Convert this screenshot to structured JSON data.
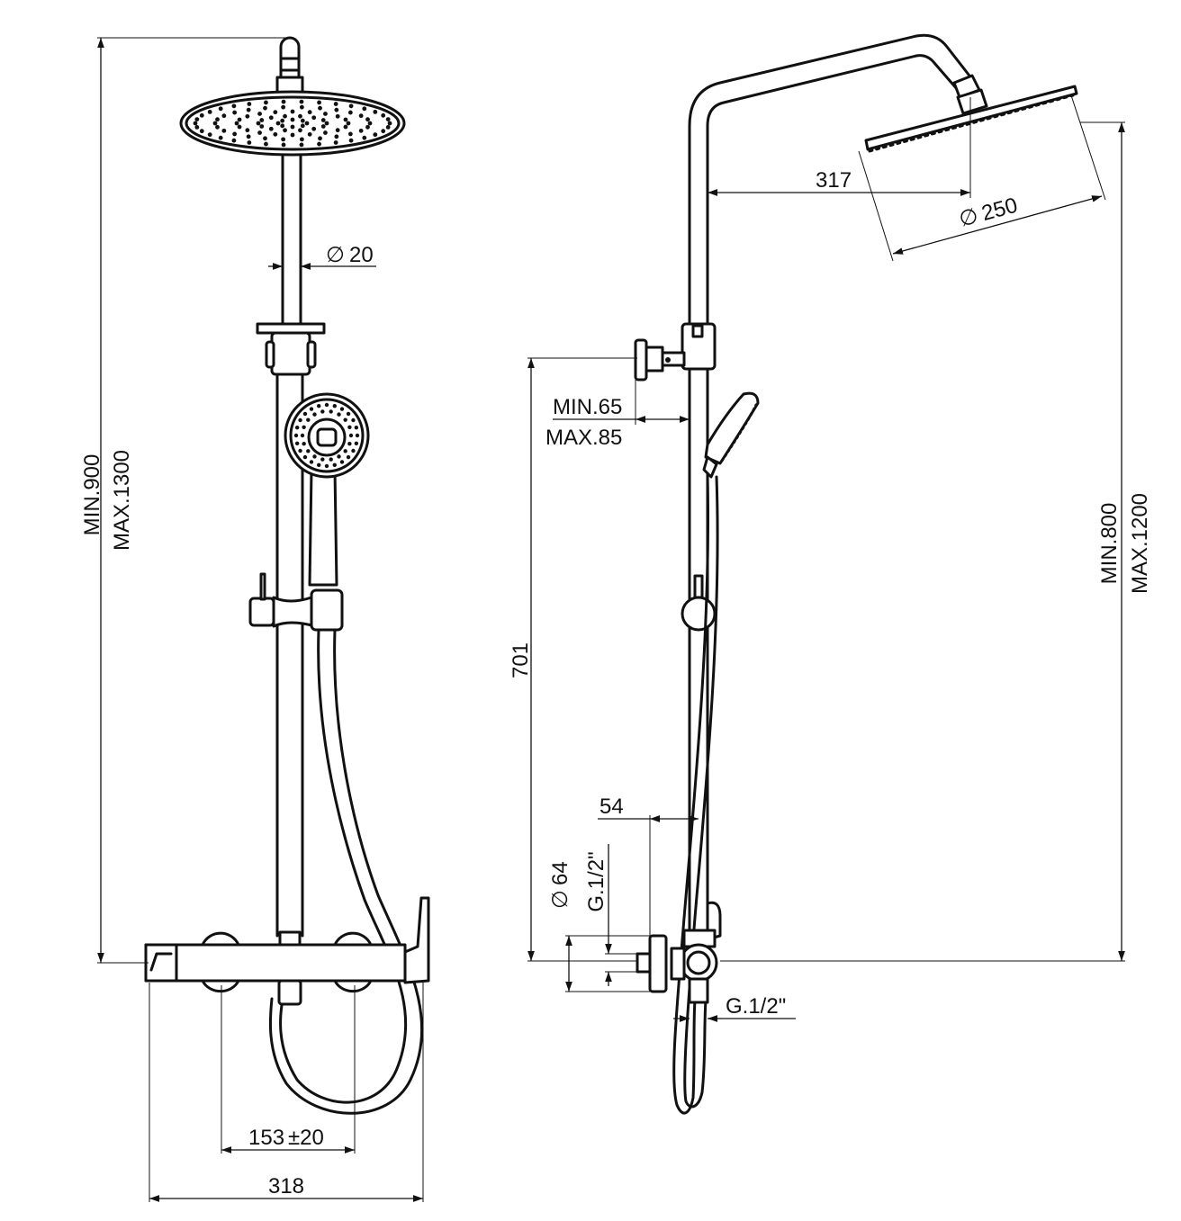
{
  "labels": {
    "front_height_min": "MIN.900",
    "front_height_max": "MAX.1300",
    "pipe_diameter": "20",
    "handle_spacing": "153",
    "handle_spacing_tolerance": "±20",
    "mixer_width": "318",
    "arm_length": "317",
    "head_diameter": "250",
    "wall_bracket_min": "MIN.65",
    "wall_bracket_max": "MAX.85",
    "side_height_min": "MIN.800",
    "side_height_max": "MAX.1200",
    "bracket_height": "701",
    "connector_offset": "54",
    "flange_diameter": "64",
    "inlet_thread": "G.1/2\"",
    "outlet_thread": "G.1/2\""
  },
  "symbols": {
    "diameter": "∅"
  },
  "colors": {
    "line": "#111111",
    "background": "#ffffff"
  }
}
